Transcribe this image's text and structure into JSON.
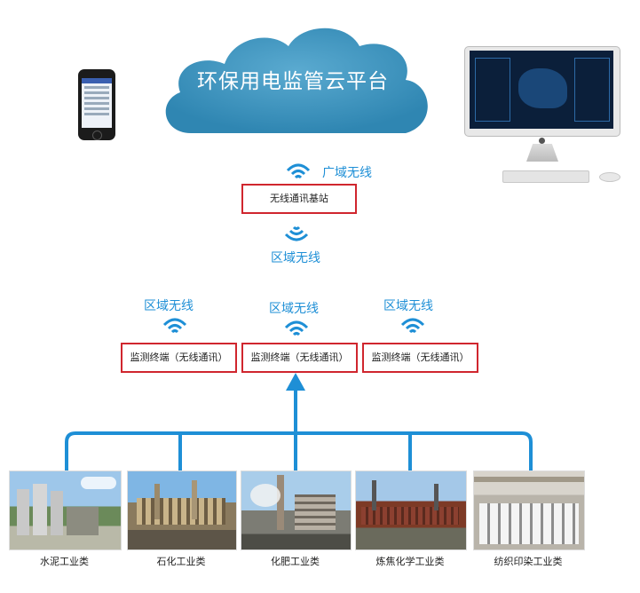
{
  "cloud": {
    "title": "环保用电监管云平台"
  },
  "wan_label": "广域无线",
  "base_station": {
    "label": "无线通讯基站"
  },
  "lan_label_top": "区域无线",
  "terminals": [
    {
      "wireless_label": "区域无线",
      "box_label": "监测终端（无线通讯）"
    },
    {
      "wireless_label": "区域无线",
      "box_label": "监测终端（无线通讯）"
    },
    {
      "wireless_label": "区域无线",
      "box_label": "监测终端（无线通讯）"
    }
  ],
  "industries": [
    {
      "caption": "水泥工业类",
      "icon": "cement-plant-photo"
    },
    {
      "caption": "石化工业类",
      "icon": "petrochemical-plant-photo"
    },
    {
      "caption": "化肥工业类",
      "icon": "fertilizer-plant-photo"
    },
    {
      "caption": "炼焦化学工业类",
      "icon": "coking-plant-photo"
    },
    {
      "caption": "纺织印染工业类",
      "icon": "textile-mill-photo"
    }
  ],
  "colors": {
    "accent_blue": "#1e8fd6",
    "box_red": "#d0262e",
    "cloud_blue": "#3a93bd"
  }
}
